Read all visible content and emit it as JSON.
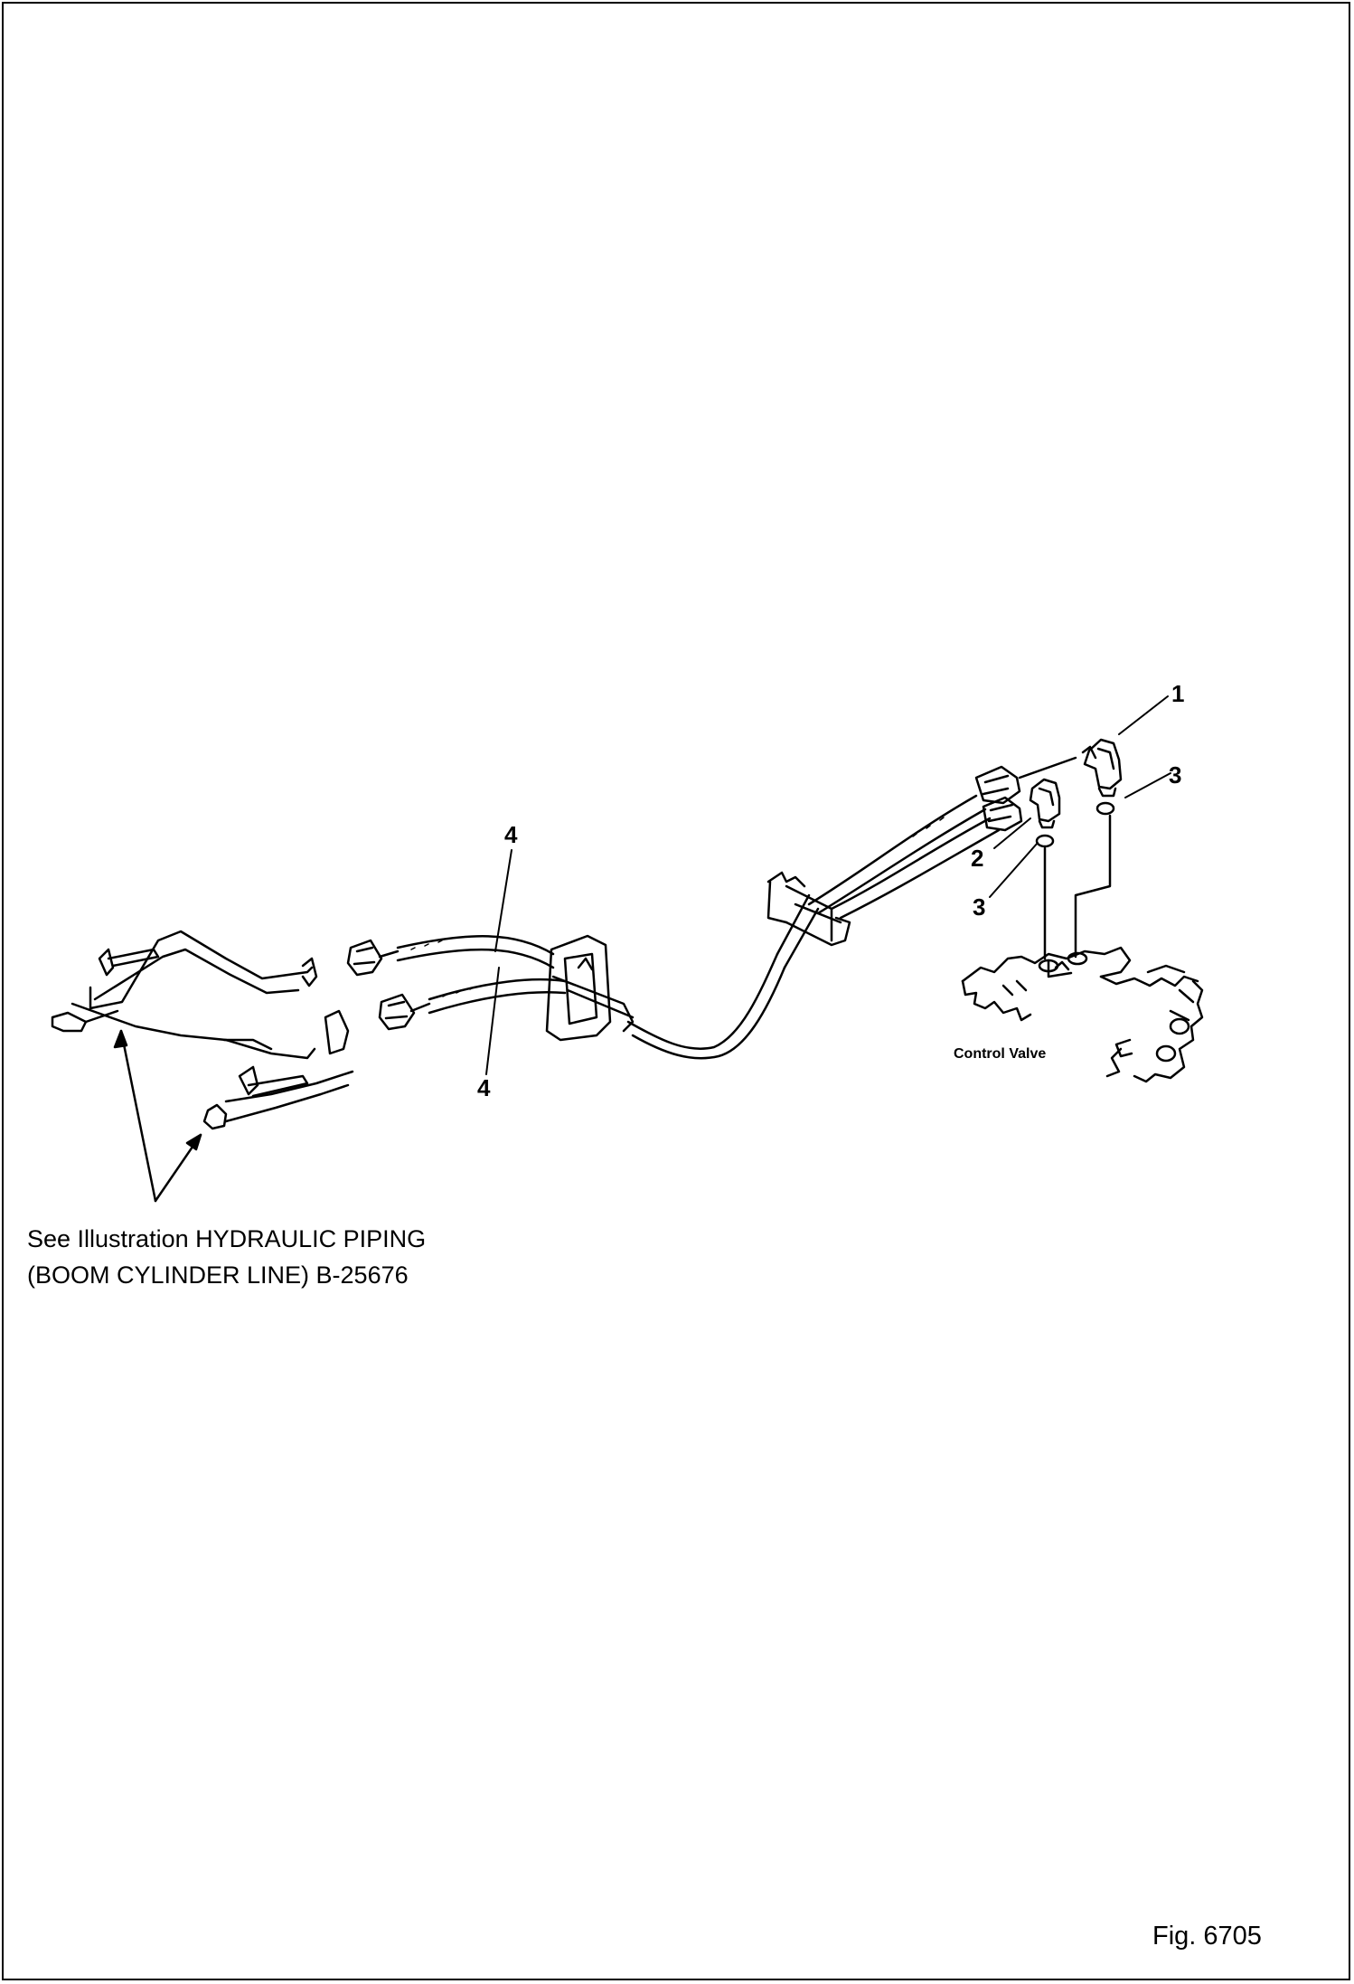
{
  "callouts": {
    "part_1": "1",
    "part_2": "2",
    "part_3_upper": "3",
    "part_3_lower": "3",
    "part_4_upper": "4",
    "part_4_lower": "4"
  },
  "labels": {
    "control_valve": "Control Valve"
  },
  "note": {
    "line1": "See Illustration HYDRAULIC PIPING",
    "line2": "(BOOM CYLINDER LINE) B-25676"
  },
  "figure_number": "Fig. 6705",
  "colors": {
    "ink": "#000000",
    "paper": "#ffffff"
  }
}
